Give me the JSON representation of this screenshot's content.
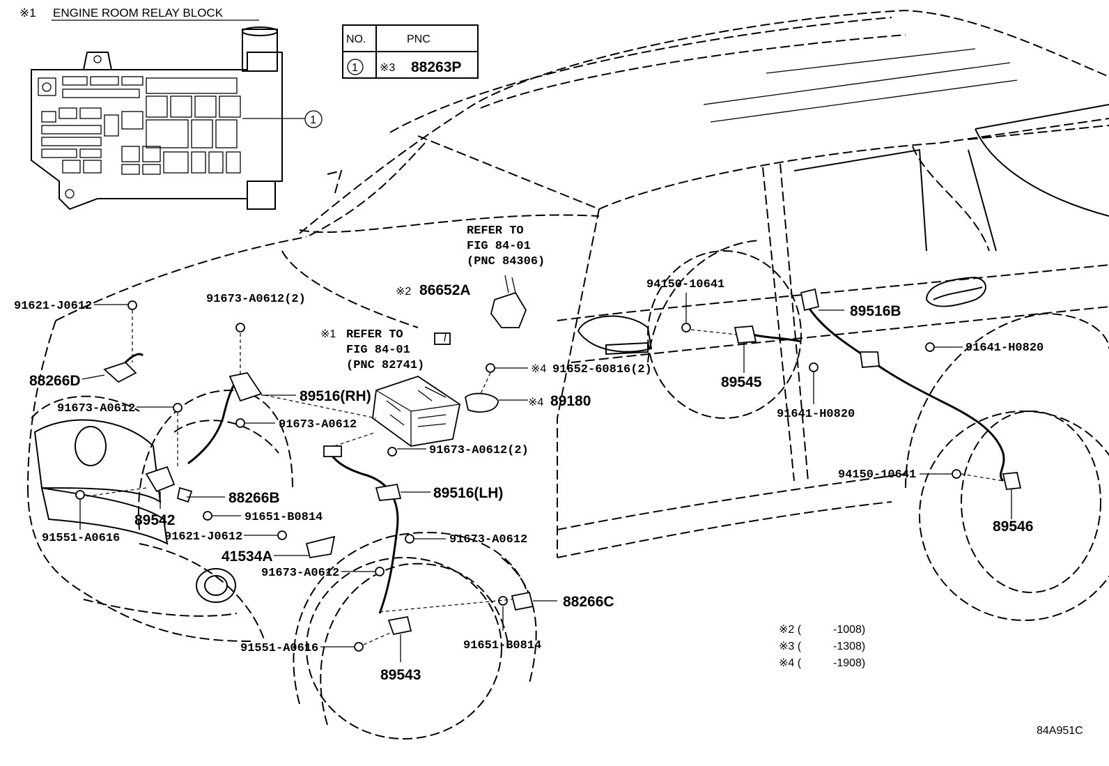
{
  "relay_block": {
    "mark": "※1",
    "title": "ENGINE ROOM RELAY BLOCK",
    "callout": "1"
  },
  "pnc_table": {
    "col_no": "NO.",
    "col_pnc": "PNC",
    "row_no": "1",
    "row_mark": "※3",
    "row_pnc": "88263P"
  },
  "refer_1": {
    "line1": "REFER TO",
    "line2": "FIG 84-01",
    "line3": "(PNC 84306)"
  },
  "refer_2": {
    "mark": "※1",
    "line1": "REFER TO",
    "line2": "FIG 84-01",
    "line3": "(PNC 82741)"
  },
  "labels": {
    "l_91621_j0612_a": "91621-J0612",
    "l_91673_a0612_2_top": "91673-A0612(2)",
    "l_88266d": "88266D",
    "l_91673_a0612_left": "91673-A0612",
    "l_89516_rh": "89516(RH)",
    "l_91673_a0612_mid": "91673-A0612",
    "l_88266b": "88266B",
    "l_89542": "89542",
    "l_91651_b0814_a": "91651-B0814",
    "l_91551_a0616_a": "91551-A0616",
    "l_91621_j0612_b": "91621-J0612",
    "l_41534a": "41534A",
    "l_91673_a0612_low": "91673-A0612",
    "l_91551_a0616_b": "91551-A0616",
    "l_89543": "89543",
    "l_91651_b0814_b": "91651-B0814",
    "l_88266c": "88266C",
    "l_91673_a0612_front": "91673-A0612",
    "l_89516_lh": "89516(LH)",
    "l_91673_a0612_2_mid": "91673-A0612(2)",
    "l_86652a_mark": "※2",
    "l_86652a": "86652A",
    "l_91652_mark": "※4",
    "l_91652": "91652-60816(2)",
    "l_89180_mark": "※4",
    "l_89180": "89180",
    "l_94150_a": "94150-10641",
    "l_89545": "89545",
    "l_89516b": "89516B",
    "l_91641_h0820_a": "91641-H0820",
    "l_91641_h0820_b": "91641-H0820",
    "l_94150_b": "94150-10641",
    "l_89546": "89546"
  },
  "notes": [
    {
      "mark": "※2 (",
      "value": "-1008)"
    },
    {
      "mark": "※3 (",
      "value": "-1308)"
    },
    {
      "mark": "※4 (",
      "value": "-1908)"
    }
  ],
  "diagram_code": "84A951C"
}
